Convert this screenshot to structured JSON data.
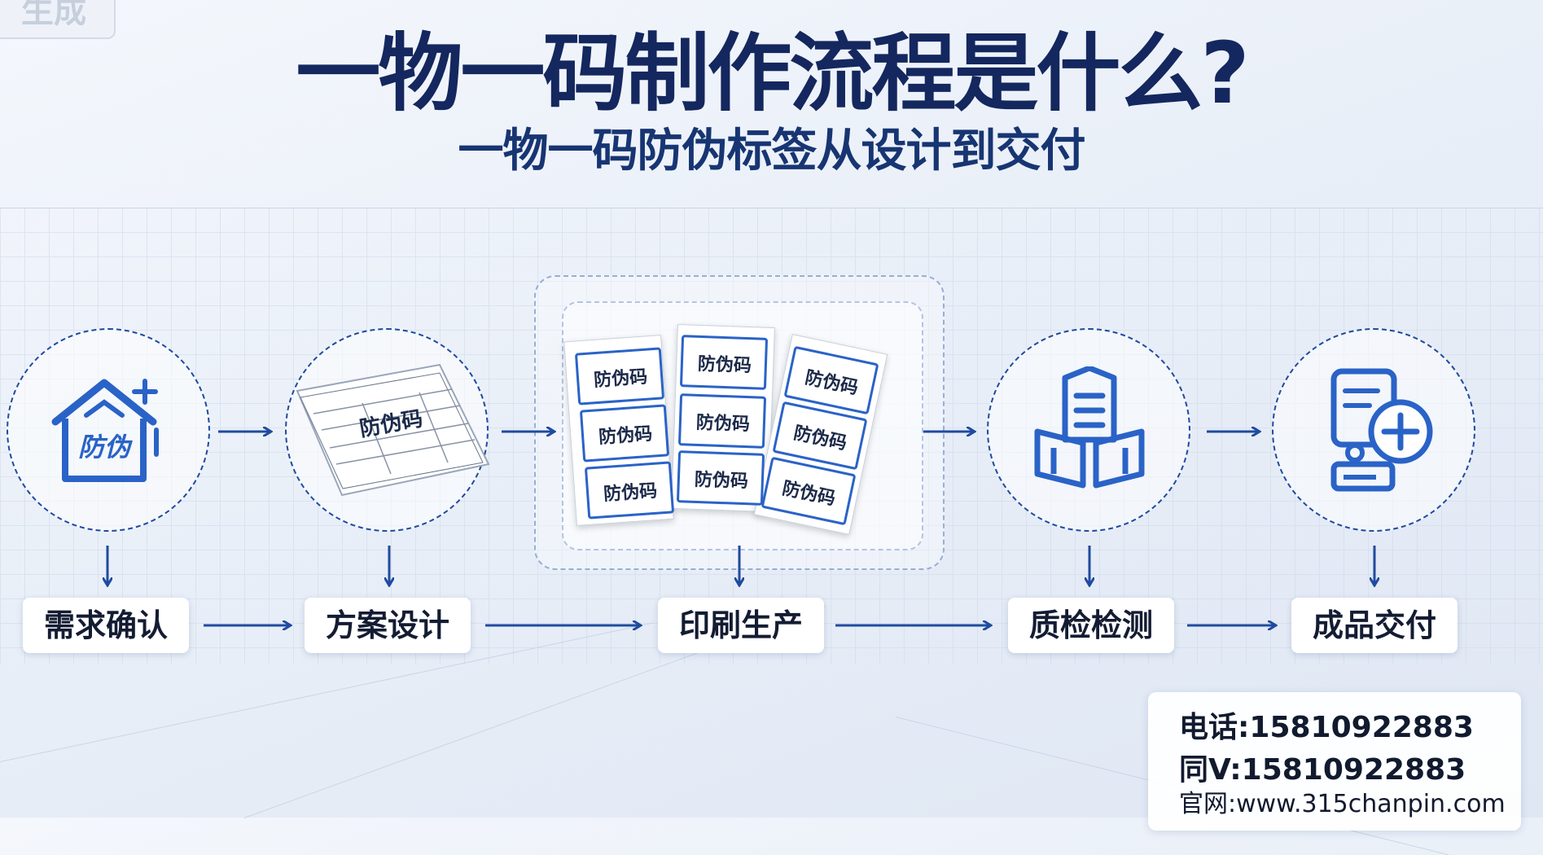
{
  "badge": "生成",
  "title": "一物一码制作流程是什么?",
  "subtitle": "一物一码防伪标签从设计到交付",
  "steps": [
    {
      "label": "需求确认",
      "icon": "house-plus-icon",
      "icon_text": "防伪"
    },
    {
      "label": "方案设计",
      "icon": "design-document-icon",
      "icon_text": "防伪码"
    },
    {
      "label": "印刷生产",
      "icon": "printed-labels-icon",
      "icon_text": "防伪码"
    },
    {
      "label": "质检检测",
      "icon": "inspection-book-icon"
    },
    {
      "label": "成品交付",
      "icon": "delivery-document-plus-icon"
    }
  ],
  "contact": {
    "phone": "电话:15810922883",
    "wechat": "同V:15810922883",
    "website": "官网:www.315chanpin.com"
  },
  "colors": {
    "primary": "#1f4b9f",
    "title": "#14275e",
    "accent": "#2a63c7"
  }
}
